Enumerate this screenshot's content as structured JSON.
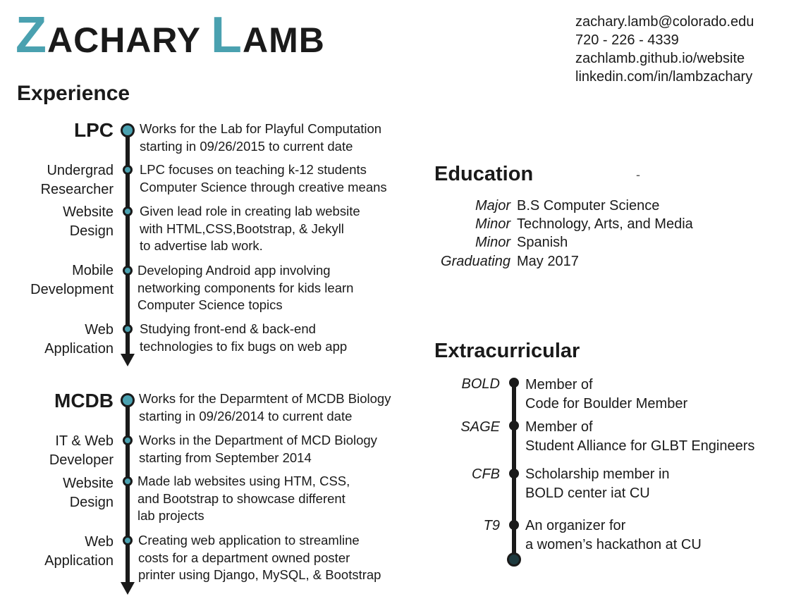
{
  "header": {
    "name_first_cap": "Z",
    "name_first_rest": "ACHARY",
    "name_last_cap": "L",
    "name_last_rest": "AMB",
    "accent_color": "#4aa1b0"
  },
  "contact": {
    "email": "zachary.lamb@colorado.edu",
    "phone": "720 - 226 - 4339",
    "website": "zachlamb.github.io/website",
    "linkedin": "linkedin.com/in/lambzachary"
  },
  "experience": {
    "heading": "Experience",
    "lpc": {
      "org": "LPC",
      "org_desc": [
        "Works for the Lab for Playful Computation",
        "starting in 09/26/2015 to current date"
      ],
      "items": [
        {
          "role": [
            "Undergrad",
            "Researcher"
          ],
          "desc": [
            "LPC focuses on teaching k-12 students",
            "Computer Science through creative means"
          ]
        },
        {
          "role": [
            "Website",
            "Design"
          ],
          "desc": [
            "Given lead role in creating lab website",
            "with HTML,CSS,Bootstrap, & Jekyll",
            "to advertise lab work."
          ]
        },
        {
          "role": [
            "Mobile",
            "Development"
          ],
          "desc": [
            "Developing Android app involving",
            "networking components for kids learn",
            "Computer Science topics"
          ]
        },
        {
          "role": [
            "Web",
            "Application"
          ],
          "desc": [
            "Studying front-end & back-end",
            "technologies to fix bugs on web app"
          ]
        }
      ]
    },
    "mcdb": {
      "org": "MCDB",
      "org_desc": [
        "Works for the Deparmtent of MCDB Biology",
        "starting in 09/26/2014 to current date"
      ],
      "items": [
        {
          "role": [
            "IT & Web",
            "Developer"
          ],
          "desc": [
            "Works in the Department of MCD Biology",
            "starting from September 2014"
          ]
        },
        {
          "role": [
            "Website",
            "Design"
          ],
          "desc": [
            "Made lab websites using HTM, CSS,",
            "and Bootstrap to showcase different",
            "lab projects"
          ]
        },
        {
          "role": [
            "Web",
            "Application"
          ],
          "desc": [
            "Creating web application to streamline",
            "costs for a department owned poster",
            "printer using Django, MySQL, & Bootstrap"
          ]
        }
      ]
    }
  },
  "education": {
    "heading": "Education",
    "dash": "-",
    "rows": [
      {
        "label": "Major",
        "value": "B.S Computer Science"
      },
      {
        "label": "Minor",
        "value": "Technology, Arts, and Media"
      },
      {
        "label": "Minor",
        "value": "Spanish"
      },
      {
        "label": "Graduating",
        "value": "May 2017"
      }
    ]
  },
  "extracurricular": {
    "heading": "Extracurricular",
    "items": [
      {
        "label": "BOLD",
        "desc": [
          "Member of",
          "Code for Boulder Member"
        ]
      },
      {
        "label": "SAGE",
        "desc": [
          "Member of",
          "Student Alliance for GLBT Engineers"
        ]
      },
      {
        "label": "CFB",
        "desc": [
          "Scholarship member in",
          "BOLD center iat CU"
        ]
      },
      {
        "label": "T9",
        "desc": [
          "An organizer for",
          "a women’s hackathon at CU"
        ]
      }
    ]
  }
}
